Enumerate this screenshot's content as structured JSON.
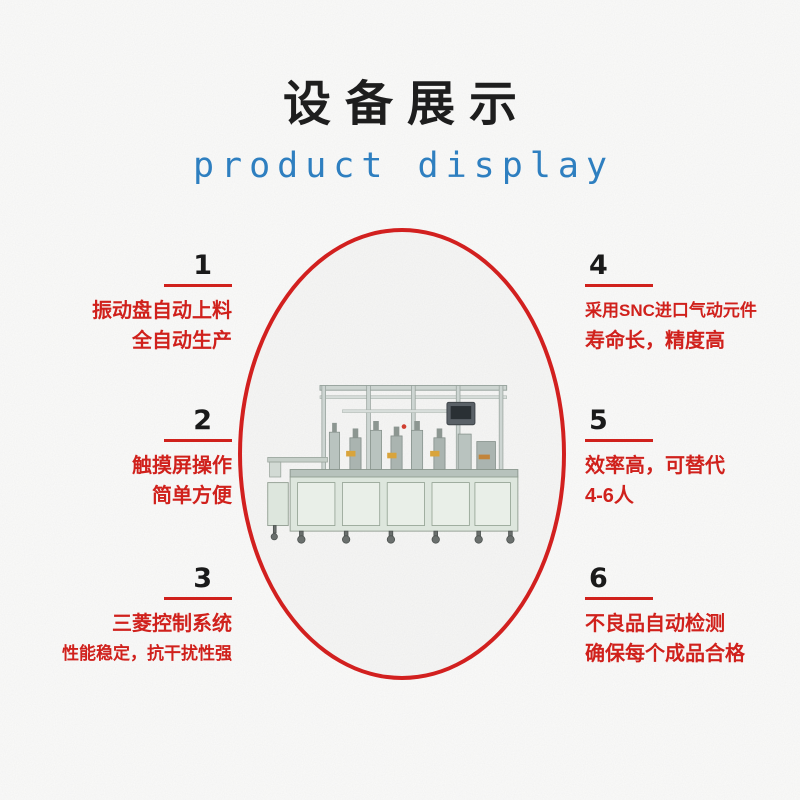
{
  "header": {
    "title": "设备展示",
    "subtitle": "product display"
  },
  "hero": {
    "image_name": "automated-assembly-machine-photo"
  },
  "features": [
    {
      "number": "1",
      "lines": [
        "振动盘自动上料",
        "全自动生产"
      ]
    },
    {
      "number": "2",
      "lines": [
        "触摸屏操作",
        "简单方便"
      ]
    },
    {
      "number": "3",
      "lines": [
        "三菱控制系统",
        "性能稳定，抗干扰性强"
      ]
    },
    {
      "number": "4",
      "lines": [
        "采用SNC进口气动元件",
        "寿命长，精度高"
      ]
    },
    {
      "number": "5",
      "lines": [
        "效率高，可替代",
        "4-6人"
      ]
    },
    {
      "number": "6",
      "lines": [
        "不良品自动检测",
        "确保每个成品合格"
      ]
    }
  ],
  "colors": {
    "accent_red": "#d0211c",
    "ellipse_border_red": "#d2201f",
    "subtitle_blue": "#2e7fc0",
    "title_color": "#1e1e1e"
  }
}
